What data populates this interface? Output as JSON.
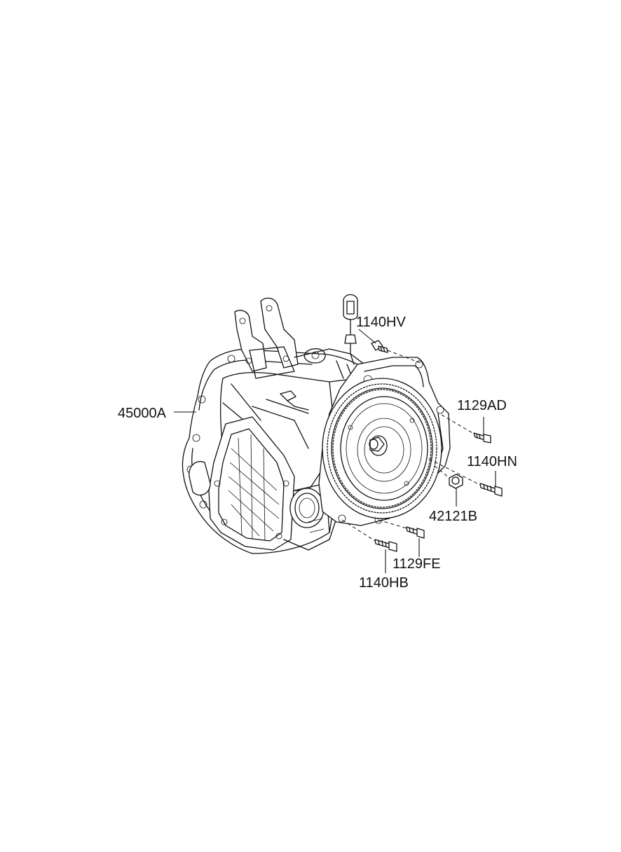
{
  "labels": {
    "p_1140HV": "1140HV",
    "p_45000A": "45000A",
    "p_1129AD": "1129AD",
    "p_1140HN": "1140HN",
    "p_42121B": "42121B",
    "p_1129FE": "1129FE",
    "p_1140HB": "1140HB"
  }
}
